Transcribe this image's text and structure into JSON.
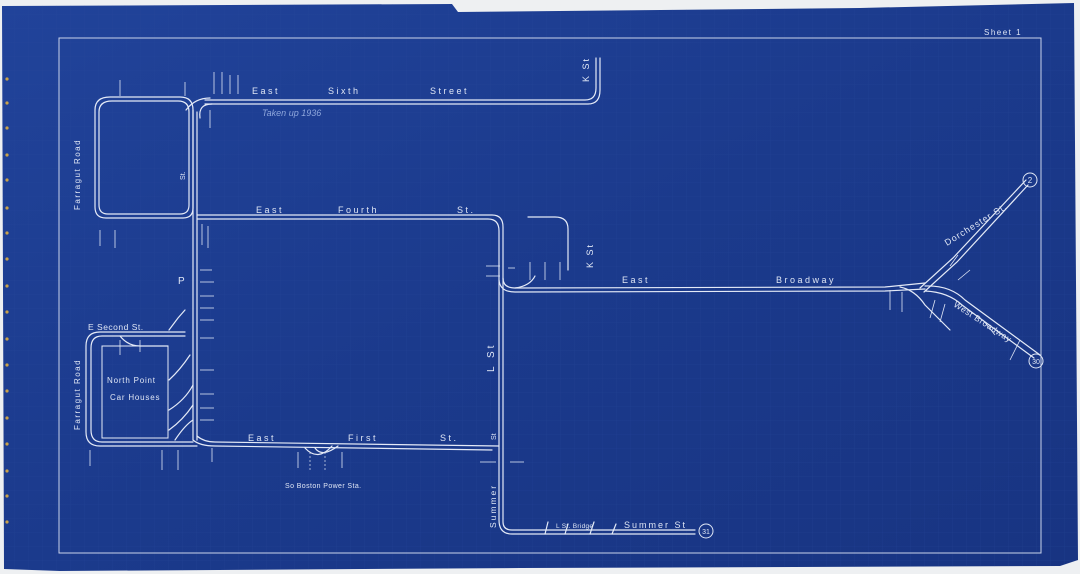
{
  "sheet": {
    "label": "Sheet 1",
    "annotation": "Taken up 1936"
  },
  "streets": {
    "east_sixth": [
      "East",
      "Sixth",
      "Street"
    ],
    "east_fourth": [
      "East",
      "Fourth",
      "St."
    ],
    "east_broadway": [
      "East",
      "Broadway"
    ],
    "east_first": [
      "East",
      "First",
      "St."
    ],
    "e_second": "E Second St.",
    "farragut_road_upper": "Farragut Road",
    "farragut_road_lower": "Farragut Road",
    "p_st": "P",
    "p_st_upper": "St.",
    "l_st": "L St",
    "k_st_upper": "K St",
    "k_st_lower": "K St",
    "dorchester_st": "Dorchester St.",
    "west_broadway": "West Broadway",
    "summer_st_vertical": "Summer",
    "summer_st": "Summer St",
    "l_st_bridge": "L St. Bridge",
    "st_small": "St"
  },
  "places": {
    "north_point": "North Point",
    "car_houses": "Car Houses",
    "power_station": "So Boston Power Sta."
  },
  "route_markers": [
    "2",
    "30",
    "31"
  ],
  "colors": {
    "paper": "#1c3a8c",
    "ink": "#dfe6f5",
    "margin": "#eef0f2"
  }
}
